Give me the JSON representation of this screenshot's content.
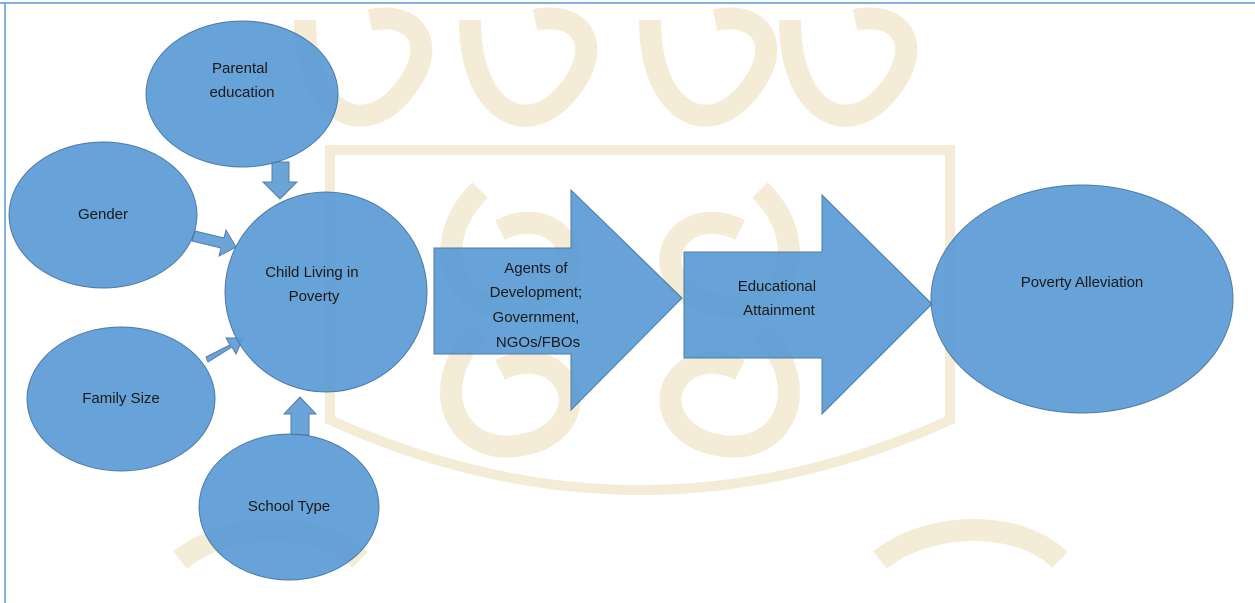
{
  "nodes": {
    "parental_education": [
      "Parental",
      "education"
    ],
    "gender": [
      "Gender"
    ],
    "family_size": [
      "Family Size"
    ],
    "school_type": [
      "School Type"
    ],
    "child_poverty": [
      "Child Living in",
      "Poverty"
    ],
    "agents": [
      "Agents of",
      "Development;",
      "Government,",
      "NGOs/FBOs"
    ],
    "educational_attainment": [
      "Educational",
      "Attainment"
    ],
    "poverty_alleviation": [
      "Poverty Alleviation"
    ]
  },
  "colors": {
    "node_fill": "#5b9bd5",
    "node_stroke": "#41719c",
    "frame": "#5b9bd5",
    "watermark": "#f3ead2"
  }
}
